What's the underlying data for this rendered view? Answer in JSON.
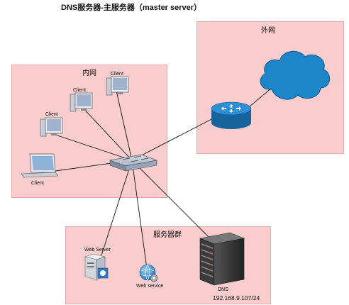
{
  "title": "DNS服务器-主服务器（master server）",
  "zones": {
    "internal": "内网",
    "external": "外网",
    "servers": "服务器群"
  },
  "nodes": {
    "client_1": "Client",
    "client_2": "Client",
    "client_3": "Client",
    "client_laptop": "Client",
    "web_server": "Web Server",
    "web_service": "Web service",
    "dns": "DNS",
    "dns_ip": "192.168.9.107/24"
  },
  "colors": {
    "zone_fill": "#f9cdcd",
    "cloud": "#1b87c9",
    "router": "#1a76b8",
    "switch": "#8a97b0"
  },
  "icons": [
    "desktop-client-icon",
    "laptop-icon",
    "switch-icon",
    "router-icon",
    "cloud-icon",
    "web-server-icon",
    "globe-gear-icon",
    "server-rack-icon"
  ]
}
